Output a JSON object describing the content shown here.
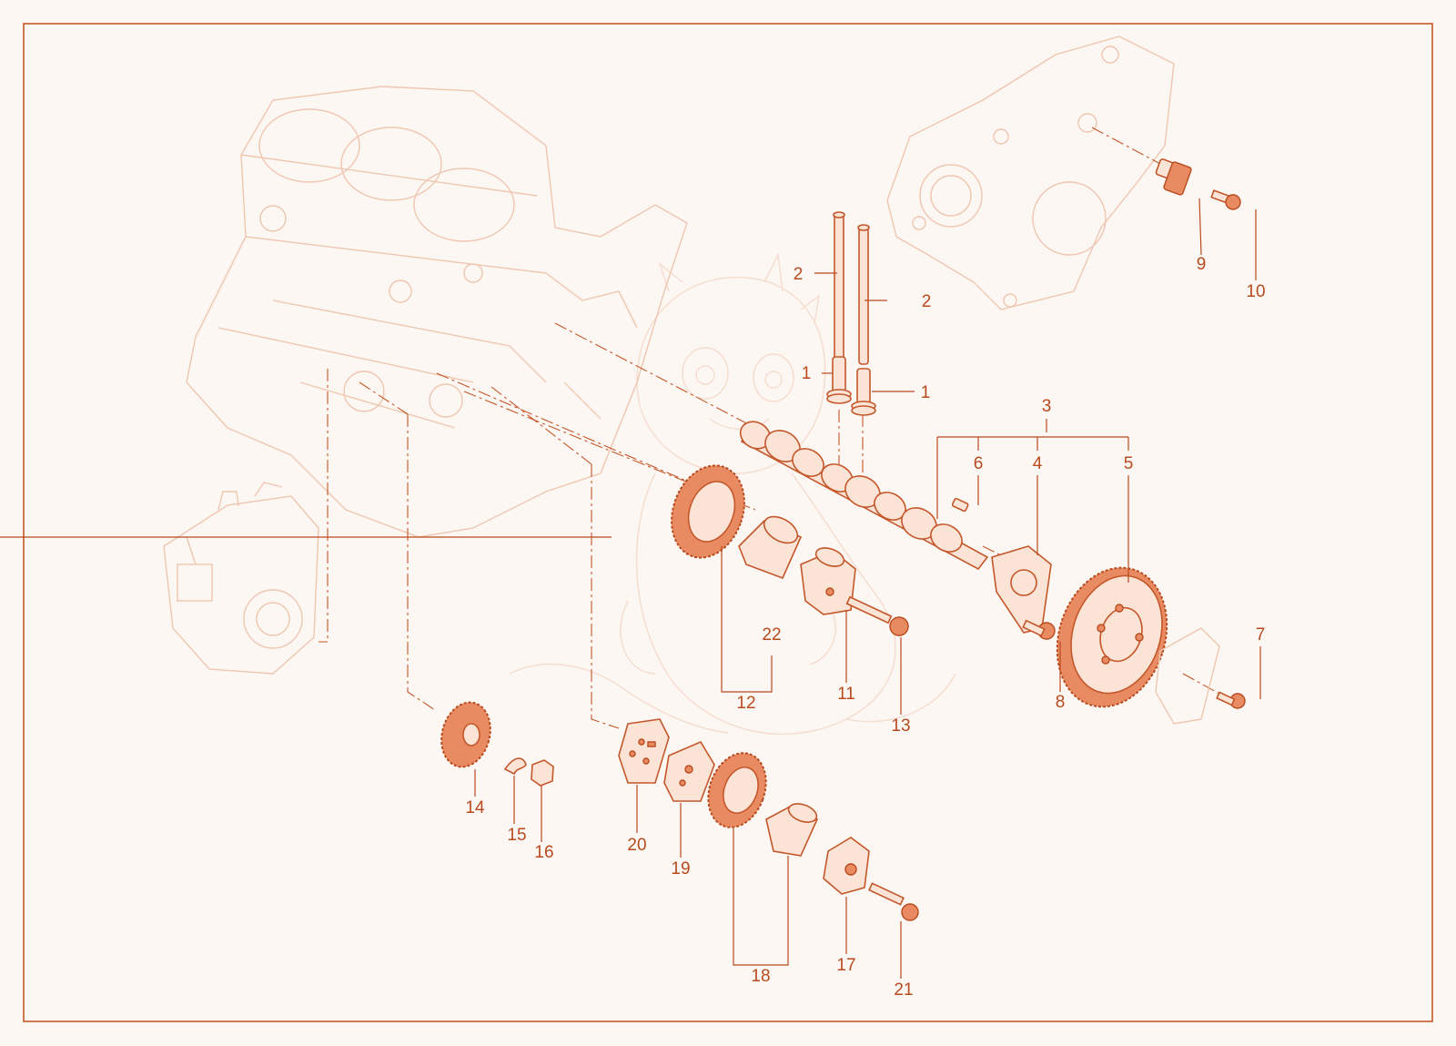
{
  "diagram": {
    "labels": [
      "1",
      "1",
      "2",
      "2",
      "3",
      "4",
      "5",
      "6",
      "7",
      "8",
      "9",
      "10",
      "11",
      "12",
      "13",
      "14",
      "15",
      "16",
      "17",
      "18",
      "19",
      "20",
      "21",
      "22"
    ]
  },
  "colors": {
    "accent": "#b84a1e",
    "part_fill": "#fbe3d6",
    "ghost_line": "#efc6b0",
    "background": "#fdf7f3",
    "frame": "#c4572a"
  }
}
